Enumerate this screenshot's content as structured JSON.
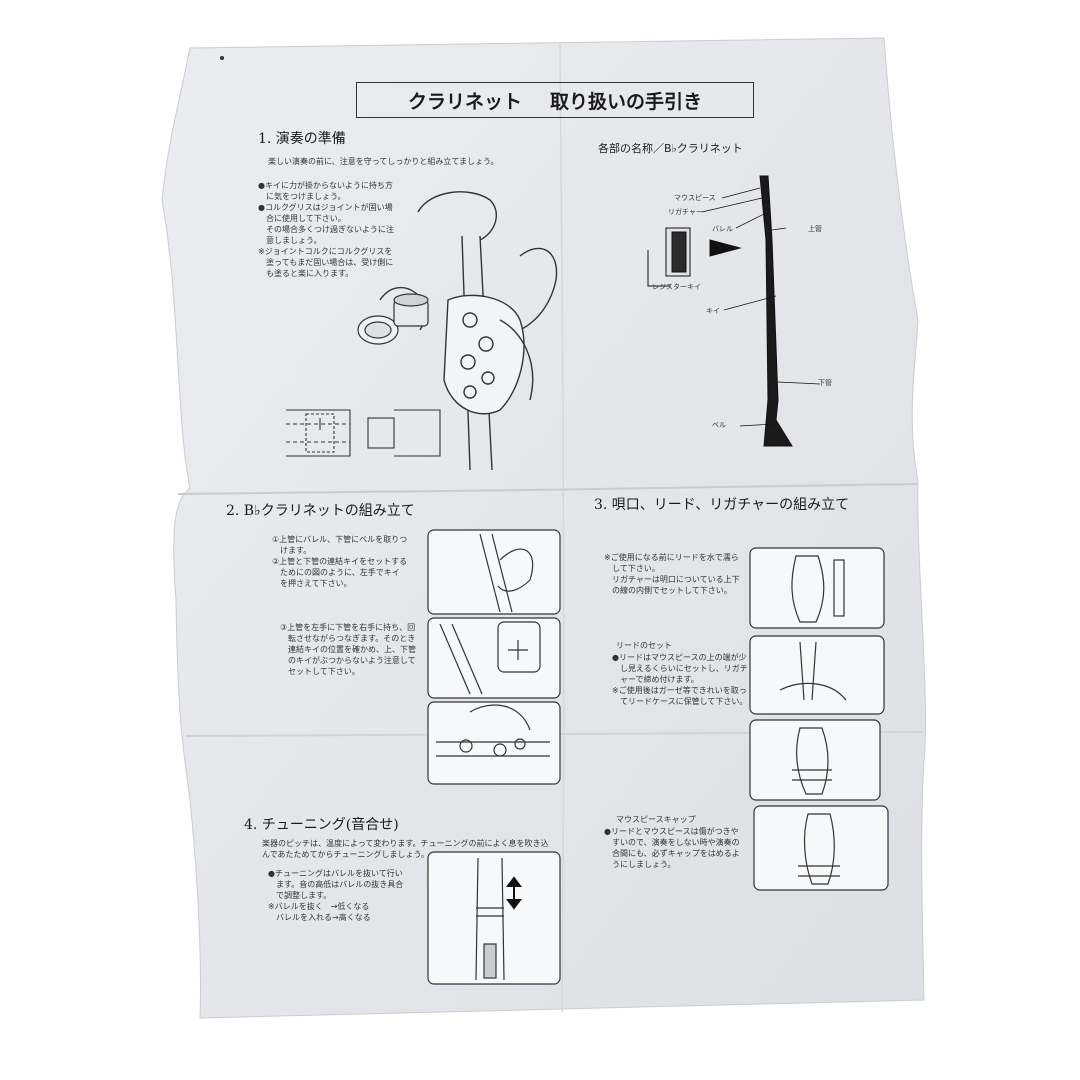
{
  "title": {
    "left": "クラリネット",
    "right": "取り扱いの手引き"
  },
  "section1": {
    "heading": "1. 演奏の準備",
    "intro": "楽しい演奏の前に、注意を守ってしっかりと組み立てましょう。",
    "notes": [
      "●キイに力が掛からないように持ち方",
      "　に気をつけましょう。",
      "●コルクグリスはジョイントが固い場",
      "　合に使用して下さい。",
      "　その場合多くつけ過ぎないように注",
      "　意しましょう。",
      "※ジョイントコルクにコルクグリスを",
      "　塗ってもまだ固い場合は、受け側に",
      "　も塗ると楽に入ります。"
    ]
  },
  "parts": {
    "heading": "各部の名称／B♭クラリネット",
    "labels": {
      "mouthpiece": "マウスピース",
      "ligature": "リガチャー",
      "barrel": "バレル",
      "upper": "上管",
      "register_key": "レジスターキイ",
      "key": "キイ",
      "lower": "下管",
      "bell": "ベル"
    }
  },
  "section2": {
    "heading": "2. B♭クラリネットの組み立て",
    "step1": [
      "①上管にバレル、下管にベルを取りつ",
      "　けます。",
      "②上管と下管の連結キイをセットする",
      "　ためにの図のように、左手でキイ",
      "　を押さえて下さい。"
    ],
    "step3": [
      "③上管を左手に下管を右手に持ち、回",
      "　転させながらつなぎます。そのとき",
      "　連結キイの位置を確かめ、上、下管",
      "　のキイがぶつからないよう注意して",
      "　セットして下さい。"
    ]
  },
  "section3": {
    "heading": "3. 唄口、リード、リガチャーの組み立て",
    "note1": [
      "※ご使用になる前にリードを水で濡ら",
      "　して下さい。",
      "　リガチャーは明口についている上下",
      "　の線の内側でセットして下さい。"
    ],
    "reed_heading": "リードのセット",
    "reed_notes": [
      "●リードはマウスピースの上の端が少",
      "　し見えるくらいにセットし、リガチ",
      "　ャーで締め付けます。",
      "※ご使用後はガーゼ等できれいを取っ",
      "　てリードケースに保管して下さい。"
    ],
    "cap_heading": "マウスピースキャップ",
    "cap_notes": [
      "●リードとマウスピースは傷がつきや",
      "　すいので、演奏をしない時や演奏の",
      "　合間にも、必ずキャップをはめるよ",
      "　うにしましょう。"
    ]
  },
  "section4": {
    "heading": "4. チューニング(音合せ)",
    "intro": [
      "楽器のピッチは、温度によって変わります。チューニングの前によく息を吹き込",
      "んであたためてからチューニングしましょう。"
    ],
    "notes": [
      "●チューニングはバレルを抜いて行い",
      "　ます。音の高低はバレルの抜き具合",
      "　で調整します。",
      "※バレルを抜く　→低くなる",
      "　バレルを入れる→高くなる"
    ]
  }
}
